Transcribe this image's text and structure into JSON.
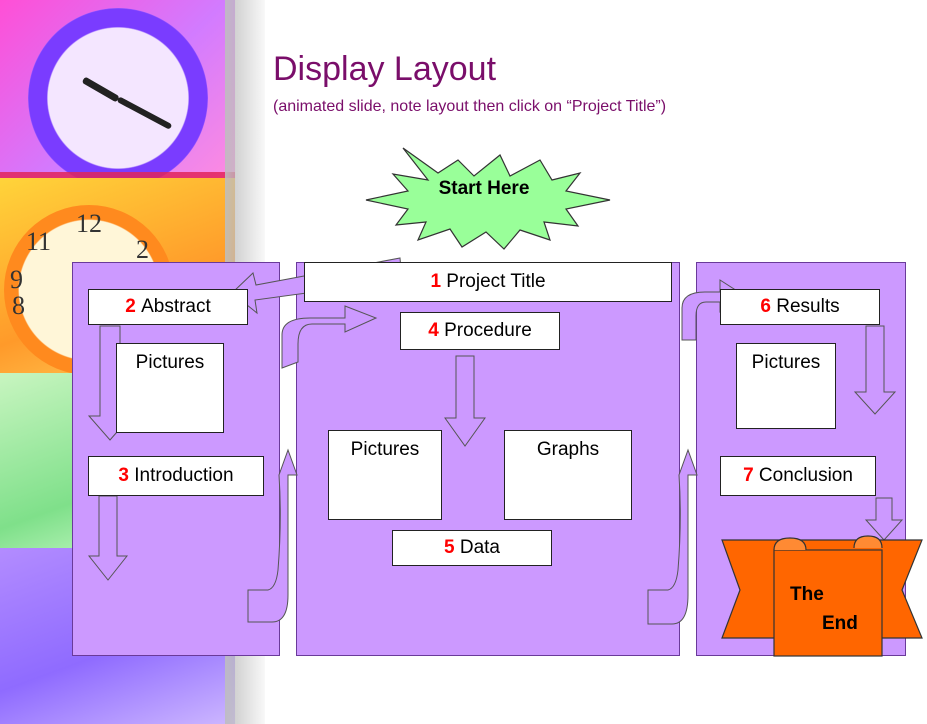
{
  "header": {
    "title": "Display Layout",
    "subtitle": "(animated slide, note layout then click on “Project Title”)"
  },
  "start": {
    "label": "Start Here",
    "color": "#99ff99"
  },
  "left_panel": {
    "abstract": {
      "num": "2",
      "label": "Abstract"
    },
    "pictures": "Pictures",
    "introduction": {
      "num": "3",
      "label": "Introduction"
    }
  },
  "center_panel": {
    "project_title": {
      "num": "1",
      "label": "Project Title"
    },
    "procedure": {
      "num": "4",
      "label": "Procedure"
    },
    "pictures": "Pictures",
    "graphs": "Graphs",
    "data": {
      "num": "5",
      "label": "Data"
    }
  },
  "right_panel": {
    "results": {
      "num": "6",
      "label": "Results"
    },
    "pictures": "Pictures",
    "conclusion": {
      "num": "7",
      "label": "Conclusion"
    }
  },
  "end_banner": {
    "line1": "The",
    "line2": "End",
    "color": "#ff6600"
  },
  "colors": {
    "panel": "#cc99ff",
    "title": "#7a0e6a",
    "number": "#ff0000"
  }
}
